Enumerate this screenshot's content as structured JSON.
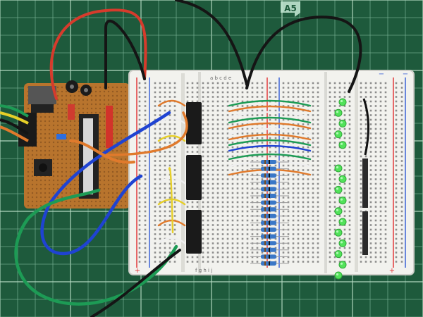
{
  "mat": {
    "label": "A5",
    "colors": {
      "mat": "#1e5a3c",
      "grid": "#7fb79a",
      "gridMajor": "#b7dcc5"
    }
  },
  "breadboard": {
    "colors": {
      "body": "#f2f2ee",
      "hole": "#8d8d8d",
      "railRed": "#e23b3b",
      "railBlue": "#3b62d6"
    },
    "row_letters_top": "a b c d e",
    "row_letters_bottom": "f g h i j"
  },
  "pcb": {
    "colors": {
      "board": "#b8742d",
      "boardDark": "#7a4a1c"
    }
  },
  "components": {
    "leds": {
      "count": 16,
      "color": "#52e25a"
    },
    "resistors": {
      "count": 16,
      "color": "#3a77c7"
    },
    "chips": {
      "count": 3,
      "color": "#1a1a1a"
    }
  },
  "wires": {
    "colors": {
      "red": "#d63b2c",
      "black": "#151515",
      "blue": "#1f43d2",
      "green": "#1d9b55",
      "orange": "#e07a2c",
      "yellow": "#e6cf28",
      "white": "#efefef"
    }
  }
}
